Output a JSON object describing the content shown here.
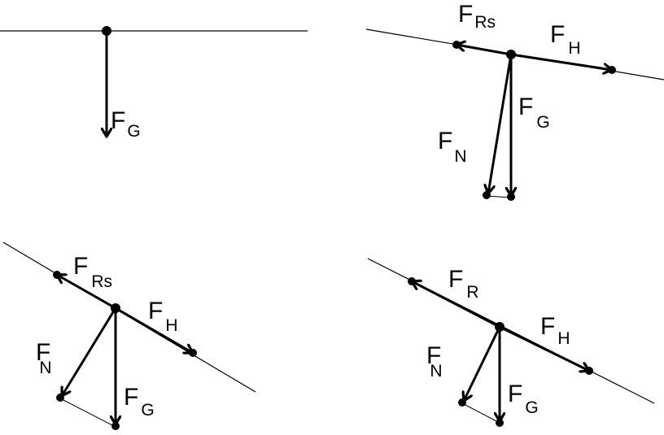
{
  "labels": {
    "main": "F",
    "gravity_sub": "G",
    "normal_sub": "N",
    "downhill_sub": "H",
    "static_friction_sub": "Rs",
    "friction_sub": "R"
  }
}
